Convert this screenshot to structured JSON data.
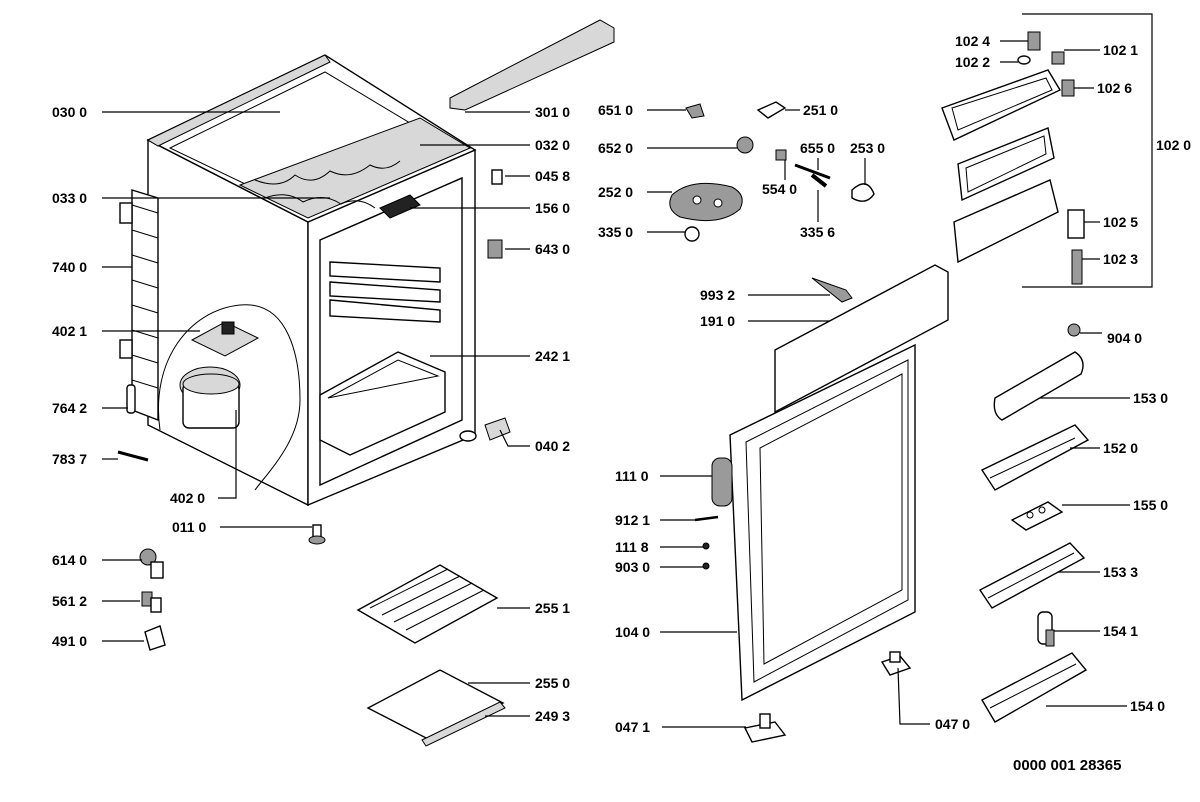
{
  "labels": {
    "l0300": "030 0",
    "l3010": "301 0",
    "l0320": "032 0",
    "l0330": "033 0",
    "l0458": "045 8",
    "l1560": "156 0",
    "l6430": "643 0",
    "l7400": "740 0",
    "l4021": "402 1",
    "l2421": "242 1",
    "l7642": "764 2",
    "l0402": "040 2",
    "l7837": "783 7",
    "l4020": "402 0",
    "l0110": "011 0",
    "l6140": "614 0",
    "l5612": "561 2",
    "l4910": "491 0",
    "l2551": "255 1",
    "l2550": "255 0",
    "l2493": "249 3",
    "l6510": "651 0",
    "l2510": "251 0",
    "l6520": "652 0",
    "l6550": "655 0",
    "l2530": "253 0",
    "l5540": "554 0",
    "l2520": "252 0",
    "l3350": "335 0",
    "l3356": "335 6",
    "l9932": "993 2",
    "l1910": "191 0",
    "l1024": "102 4",
    "l1021": "102 1",
    "l1022": "102 2",
    "l1026": "102 6",
    "l1020": "102 0",
    "l1025": "102 5",
    "l1023": "102 3",
    "l9040": "904 0",
    "l1530": "153 0",
    "l1520": "152 0",
    "l1550": "155 0",
    "l1533": "153 3",
    "l1541": "154 1",
    "l1540": "154 0",
    "l1110": "111 0",
    "l9121": "912 1",
    "l1118": "111 8",
    "l9030": "903 0",
    "l1040": "104 0",
    "l0471": "047 1",
    "l0470": "047 0"
  },
  "document_id": "0000 001 28365"
}
